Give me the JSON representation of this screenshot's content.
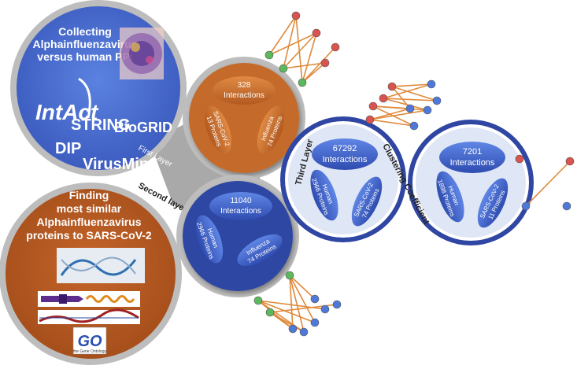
{
  "colors": {
    "blue_fill": "#4a6fcf",
    "blue_dark": "#2c3f9c",
    "orange_fill": "#b2551d",
    "orange_light": "#d77a35",
    "grey_ring": "#bfbfbf",
    "node_red": "#d9534f",
    "node_green": "#5cb85c",
    "node_blue": "#4f79d8",
    "edge_orange": "#e08a3c"
  },
  "collect": {
    "title_line1": "Collecting",
    "title_line2": "Alphainfluenzavirus",
    "title_line3": "versus human PPI",
    "logo_intact": "IntAct",
    "db_string": "STRING",
    "db_biogrid": "BioGRID",
    "db_dip": "DIP",
    "db_virusmint": "VirusMint"
  },
  "find": {
    "line1": "Finding",
    "line2": "most similar",
    "line3": "Alphainfluenzavirus",
    "line4": "proteins to SARS-CoV-2",
    "go_logo": "GO",
    "go_subtitle": "the Gene Ontology"
  },
  "layers": {
    "first": "First Layer",
    "second": "Second layer",
    "third": "Third Layer",
    "clustering": "Clustering Coefficient"
  },
  "orange_circle": {
    "interactions_value": "328",
    "interactions_label": "Interactions",
    "left_line1": "SARS-CoV-2",
    "left_line2": "13 Proteins",
    "right_line1": "Influenza",
    "right_line2": "74 Proteins"
  },
  "blue_circle_bottom": {
    "interactions_value": "11040",
    "interactions_label": "Interactions",
    "left_line1": "Human",
    "left_line2": "2966 Proteins",
    "right_line1": "Influenza",
    "right_line2": "74 Proteins"
  },
  "blue_circle_mid": {
    "interactions_value": "67292",
    "interactions_label": "Interactions",
    "left_line1": "Human",
    "left_line2": "2966 Proteins",
    "right_line1": "SARS-CoV-2",
    "right_line2": "74 Proteins"
  },
  "blue_circle_right": {
    "interactions_value": "7201",
    "interactions_label": "Interactions",
    "left_line1": "Human",
    "left_line2": "1898 Proteins",
    "right_line1": "SARS-CoV-2",
    "right_line2": "11 Proteins"
  }
}
